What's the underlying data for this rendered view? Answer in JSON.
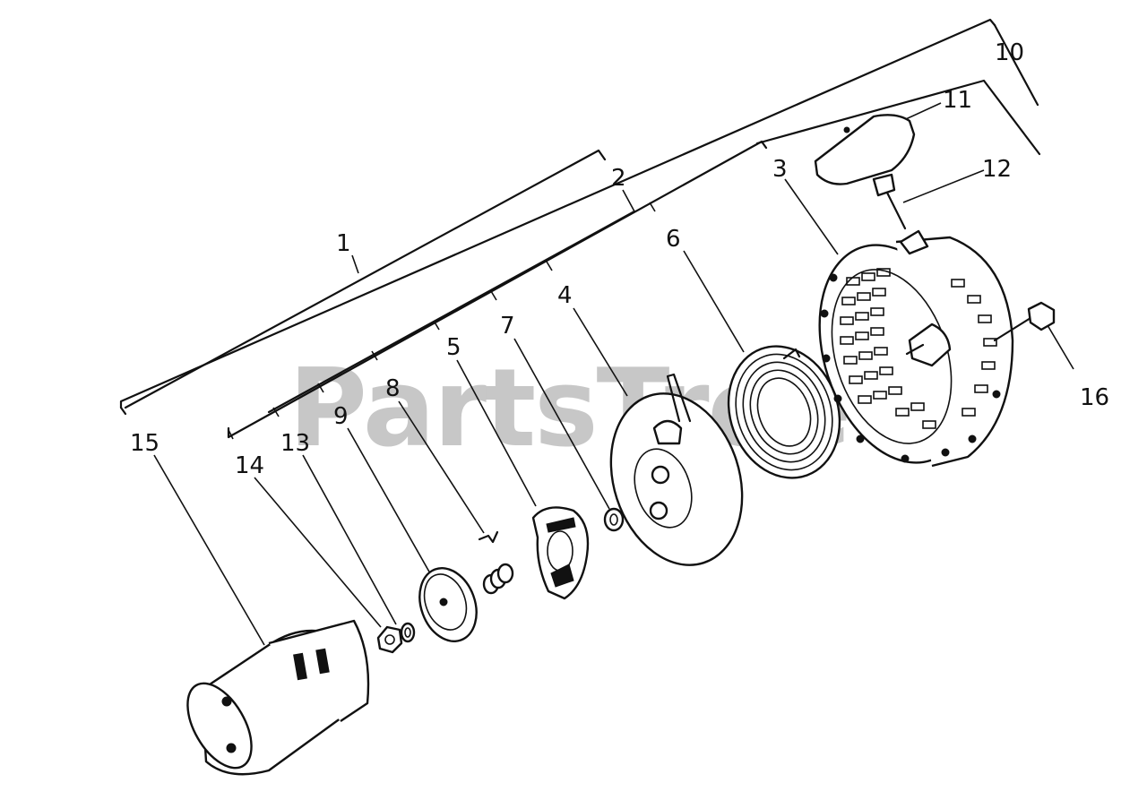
{
  "watermark": "PartsTree",
  "callouts": {
    "c1": "1",
    "c2": "2",
    "c3": "3",
    "c4": "4",
    "c5": "5",
    "c6": "6",
    "c7": "7",
    "c8": "8",
    "c9": "9",
    "c10": "10",
    "c11": "11",
    "c12": "12",
    "c13": "13",
    "c14": "14",
    "c15": "15",
    "c16": "16"
  }
}
